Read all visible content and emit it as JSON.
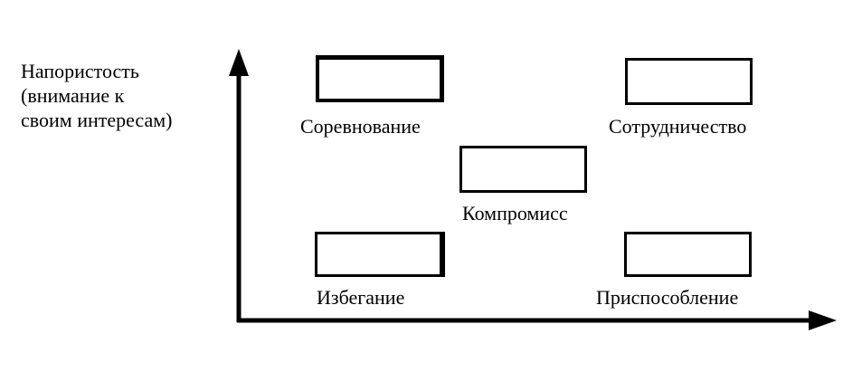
{
  "axis": {
    "y_title": "Напористость\n(внимание к\nсвоим интересам)"
  },
  "styles": {
    "competition": "Соревнование",
    "collaboration": "Сотрудничество",
    "compromise": "Компромисс",
    "avoidance": "Избегание",
    "accommodation": "Приспособление"
  },
  "colors": {
    "ink": "#000000",
    "background": "#ffffff"
  }
}
